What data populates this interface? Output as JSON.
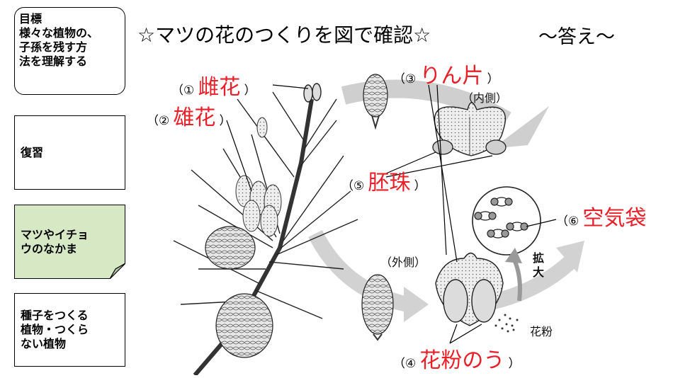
{
  "sidebar": {
    "goal": "目標\n様々な植物の、\n子孫を残す方\n法を理解する",
    "review": "復習",
    "pine": "マツやイチョ\nウのなかま",
    "seed": "種子をつくる\n植物・つくら\nない植物"
  },
  "title": "☆マツの花のつくりを図で確認☆",
  "subtitle": "〜答え〜",
  "labels": {
    "l1": {
      "num": "（①",
      "answer": "雌花",
      "close": "）"
    },
    "l2": {
      "num": "（②",
      "answer": "雄花",
      "close": "）"
    },
    "l3": {
      "num": "（③",
      "answer": "りん片",
      "close": "）"
    },
    "l4": {
      "num": "（④",
      "answer": "花粉のう",
      "close": "）"
    },
    "l5": {
      "num": "（⑤",
      "answer": "胚珠",
      "close": "）"
    },
    "l6": {
      "num": "（⑥",
      "answer": "空気袋"
    },
    "inside": "（内側）",
    "outside": "（外側）",
    "enlarge": "拡\n大",
    "pollen": "花粉"
  },
  "colors": {
    "answer": "#e8202a",
    "pine_box": "#d6e8c4",
    "arrow": "#c8c8c8"
  }
}
